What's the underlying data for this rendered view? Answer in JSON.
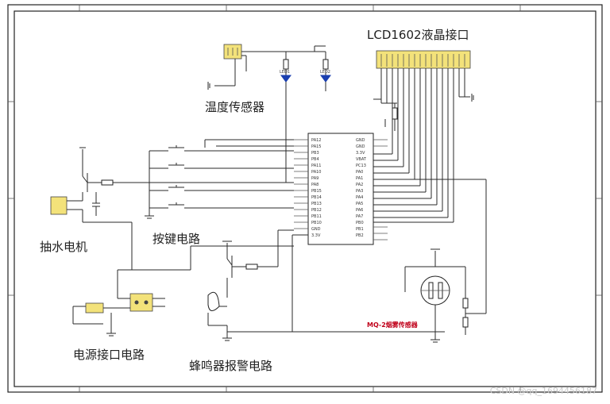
{
  "labels": {
    "lcd": "LCD1602液晶接口",
    "temp_sensor": "温度传感器",
    "motor": "抽水电机",
    "keys": "按键电路",
    "power": "电源接口电路",
    "buzzer": "蜂鸣器报警电路",
    "mq2": "MQ-2烟雾传感器"
  },
  "watermark": "CSDN @qq_1694456187"
}
